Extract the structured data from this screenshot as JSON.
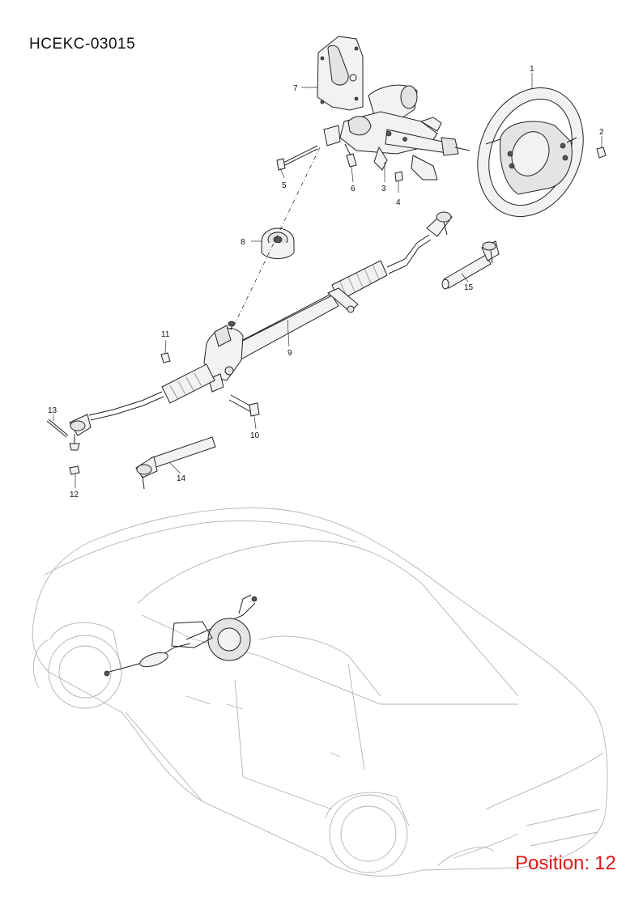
{
  "header": {
    "diagram_code": "HCEKC-03015"
  },
  "footer": {
    "position_label": "Position:",
    "position_value": "12"
  },
  "callouts": [
    {
      "number": "1",
      "part": "steering-wheel"
    },
    {
      "number": "2",
      "part": "nut"
    },
    {
      "number": "3",
      "part": "steering-column"
    },
    {
      "number": "4",
      "part": "nut"
    },
    {
      "number": "5",
      "part": "bolt"
    },
    {
      "number": "6",
      "part": "bolt"
    },
    {
      "number": "7",
      "part": "column-cover"
    },
    {
      "number": "8",
      "part": "boot-seal"
    },
    {
      "number": "9",
      "part": "steering-rack"
    },
    {
      "number": "10",
      "part": "bolt"
    },
    {
      "number": "11",
      "part": "nut"
    },
    {
      "number": "12",
      "part": "nut"
    },
    {
      "number": "13",
      "part": "cotter-pin"
    },
    {
      "number": "14",
      "part": "tie-rod-end-left"
    },
    {
      "number": "15",
      "part": "tie-rod-end-right"
    }
  ],
  "colors": {
    "position_text": "#e01818",
    "line_art": "#222222",
    "car_outline": "#b3b3b3"
  }
}
